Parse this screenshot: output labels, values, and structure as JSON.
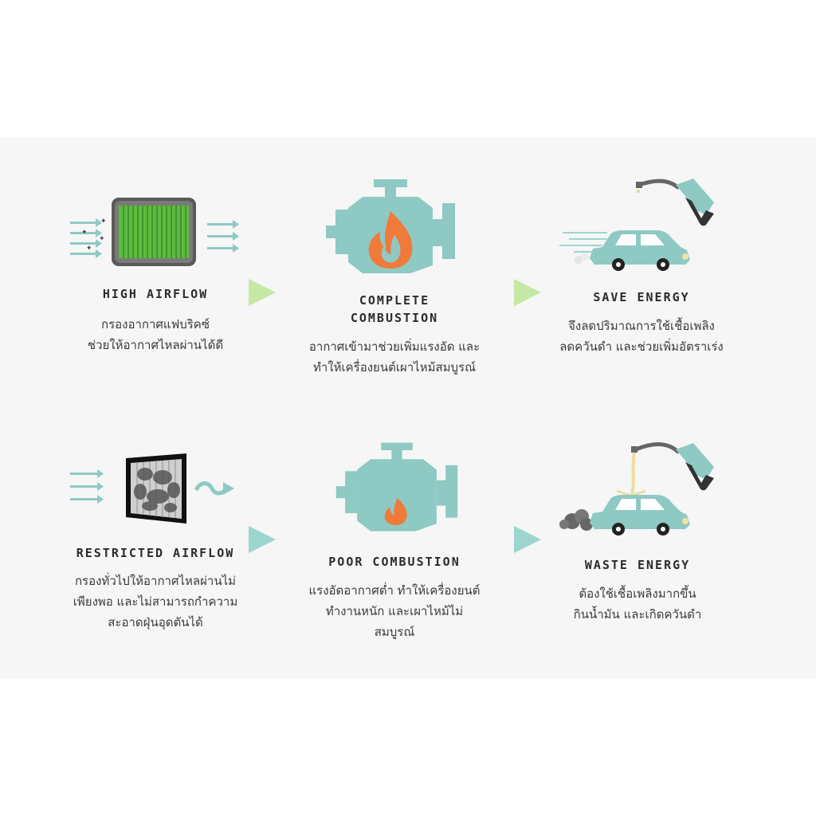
{
  "colors": {
    "teal": "#8ec9c4",
    "flame": "#f07a3a",
    "green_arrow": "#c5e8a4",
    "teal_arrow": "#9cd6cf",
    "filter_green": "#5dbb3f",
    "filter_frame": "#555555"
  },
  "row_top": [
    {
      "title": "HIGH AIRFLOW",
      "desc": [
        "กรองอากาศแฟบริคซ์",
        "ช่วยให้อากาศไหลผ่านได้ดี"
      ],
      "icon": "performance-filter-icon"
    },
    {
      "title": [
        "COMPLETE",
        "COMBUSTION"
      ],
      "desc": [
        "อากาศเข้ามาช่วยเพิ่มแรงอัด และ",
        "ทำให้เครื่องยนต์เผาไหม้สมบูรณ์"
      ],
      "icon": "engine-big-flame-icon"
    },
    {
      "title": "SAVE ENERGY",
      "desc": [
        "จึงลดปริมาณการใช้เชื้อเพลิง",
        "ลดควันดำ และช่วยเพิ่มอัตราเร่ง"
      ],
      "icon": "car-fuel-save-icon"
    }
  ],
  "row_bottom": [
    {
      "title": "RESTRICTED AIRFLOW",
      "desc": [
        "กรองทั่วไปให้อากาศไหลผ่านไม่",
        "เพียงพอ และไม่สามารถกำความ",
        "สะอาดฝุ่นอุดตันได้"
      ],
      "icon": "clogged-filter-icon"
    },
    {
      "title": "POOR COMBUSTION",
      "desc": [
        "แรงอัดอากาศต่ำ ทำให้เครื่องยนต์",
        "ทำงานหนัก และเผาไหม้ไม่",
        "สมบูรณ์"
      ],
      "icon": "engine-small-flame-icon"
    },
    {
      "title": "WASTE ENERGY",
      "desc": [
        "ต้องใช้เชื้อเพลิงมากขึ้น",
        "กินน้ำมัน และเกิดควันดำ"
      ],
      "icon": "car-fuel-waste-icon"
    }
  ]
}
